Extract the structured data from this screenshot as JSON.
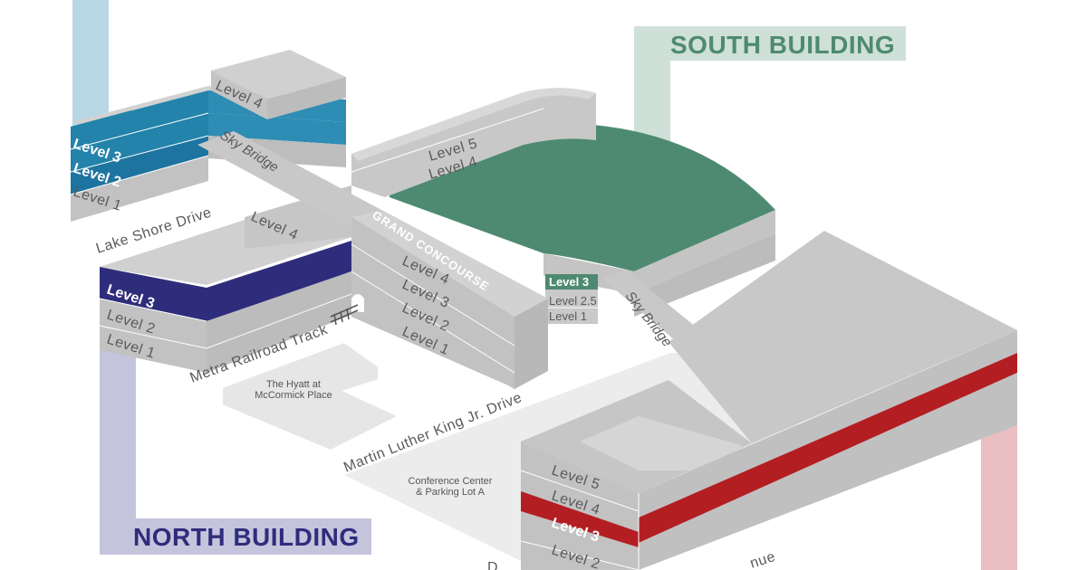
{
  "buildings": {
    "north": {
      "name": "NORTH BUILDING",
      "color": "#2e2d7c",
      "tint": "#c5c4dd"
    },
    "south": {
      "name": "SOUTH BUILDING",
      "color": "#4e8a72",
      "tint": "#cfe0d9"
    },
    "lakeside": {
      "color": "#2383aa",
      "tint": "#b7d7e4"
    },
    "west": {
      "color": "#b31e23",
      "tint": "#e9bfc1"
    }
  },
  "lakeside_levels": {
    "l4": "Level 4",
    "l3": "Level 3",
    "l2": "Level 2",
    "l1": "Level 1"
  },
  "north_levels": {
    "l4": "Level 4",
    "l3": "Level 3",
    "l2": "Level 2",
    "l1": "Level 1"
  },
  "concourse_levels": {
    "l4": "Level 4",
    "l3": "Level 3",
    "l2": "Level 2",
    "l1": "Level 1"
  },
  "south_levels": {
    "l5": "Level 5",
    "l4": "Level 4",
    "l3": "Level 3",
    "l25": "Level 2.5",
    "l1": "Level 1"
  },
  "west_levels": {
    "l5": "Level 5",
    "l4": "Level 4",
    "l3": "Level 3",
    "l2": "Level 2"
  },
  "connectors": {
    "sky_bridge_1": "Sky Bridge",
    "sky_bridge_2": "Sky Bridge",
    "grand_concourse": "GRAND CONCOURSE"
  },
  "roads": {
    "lake_shore": "Lake Shore Drive",
    "metra": "Metra Railroad Track",
    "mlk": "Martin Luther King Jr. Drive",
    "partial_left": "D",
    "partial_right": "nue"
  },
  "places": {
    "hyatt_line1": "The Hyatt at",
    "hyatt_line2": "McCormick Place",
    "conference_line1": "Conference Center",
    "conference_line2": "& Parking Lot A"
  }
}
